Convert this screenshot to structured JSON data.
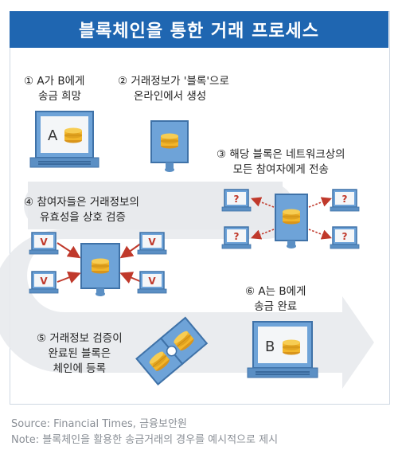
{
  "title": "블록체인을 통한 거래 프로세스",
  "steps": {
    "s1": {
      "line1": "① A가 B에게",
      "line2": "송금 희망"
    },
    "s2": {
      "line1": "② 거래정보가 '블록'으로",
      "line2": "온라인에서 생성"
    },
    "s3": {
      "line1": "③ 해당 블록은 네트워크상의",
      "line2": "모든 참여자에게 전송"
    },
    "s4": {
      "line1": "④ 참여자들은 거래정보의",
      "line2": "유효성을 상호 검증"
    },
    "s5": {
      "line1": "⑤ 거래정보 검증이",
      "line2": "완료된 블록은",
      "line3": "체인에 등록"
    },
    "s6": {
      "line1": "⑥ A는 B에게",
      "line2": "송금 완료"
    }
  },
  "laptop_labels": {
    "sender": "A",
    "receiver": "B",
    "unknown": "?",
    "verified": "V"
  },
  "footer": {
    "source": "Source: Financial Times, 금융보안원",
    "note": "Note: 블록체인을 활용한 송금거래의 경우를 예시적으로 제시"
  },
  "colors": {
    "title_bg": "#1f66b1",
    "device": "#6ea3d8",
    "arrow_red": "#c0392b",
    "coin": "#f2b62b",
    "path": "#e8eaed"
  }
}
